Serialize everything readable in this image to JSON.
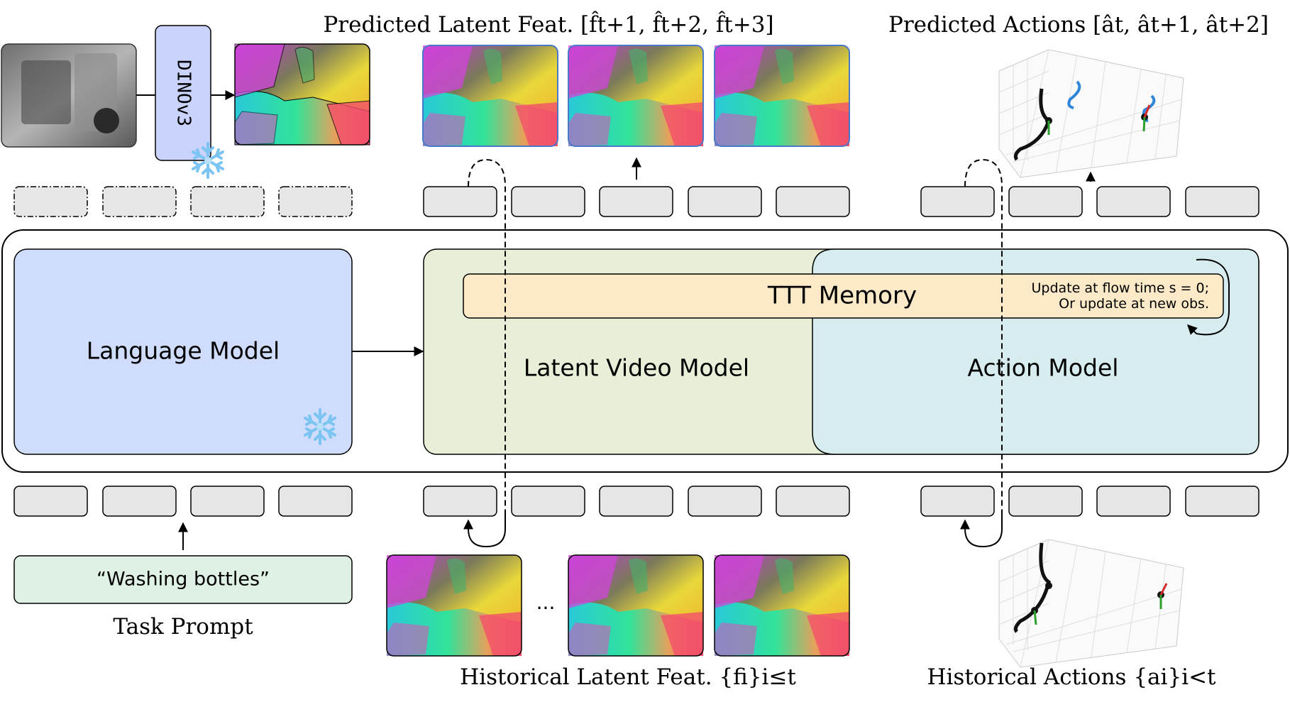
{
  "labels": {
    "encoder": "DINOv3",
    "predicted_latent_title": "Predicted Latent Feat. [f̂t+1, f̂t+2, f̂t+3]",
    "predicted_actions_title": "Predicted Actions [ât, ât+1, ât+2]",
    "language_model": "Language Model",
    "ttt_memory": "TTT Memory",
    "ttt_note_line1": "Update at flow time s = 0;",
    "ttt_note_line2": "Or update at new obs.",
    "latent_video_model": "Latent Video Model",
    "action_model": "Action Model",
    "task_prompt_text": "“Washing bottles”",
    "task_prompt_caption": "Task Prompt",
    "historical_latent_title": "Historical Latent Feat. {fi}i≤t",
    "historical_actions_title": "Historical Actions {ai}i<t",
    "ellipsis": "..."
  },
  "colors": {
    "language_model_fill": "#cfdcfb",
    "latent_video_fill": "#e8efd9",
    "action_model_fill": "#d6ecee",
    "ttt_fill": "#fbe9c8",
    "prompt_fill": "#dff0e4",
    "dino_fill": "#c9d3fb",
    "token_fill": "#e6e6e6",
    "snowflake": "#8ec9f5"
  },
  "icons": [
    "snowflake-icon",
    "robot-camera-image",
    "feature-map-image",
    "trajectory-3d-plot"
  ]
}
